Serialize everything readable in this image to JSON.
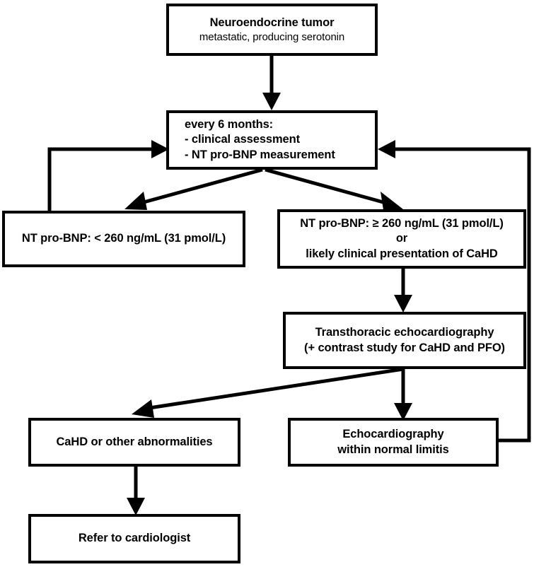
{
  "diagram": {
    "title": "Carcinoid heart disease screening and management flowchart",
    "stroke_color": "#000000",
    "background_color": "#ffffff",
    "nodes": [
      {
        "id": "neuroendocrine-tumor",
        "lines": [
          {
            "text": "Neuroendocrine tumor",
            "weight": "bold"
          },
          {
            "text": "metastatic, producing serotonin",
            "weight": "regular"
          }
        ]
      },
      {
        "id": "every-6-months",
        "lines": [
          {
            "text": "every 6 months:",
            "weight": "bold"
          },
          {
            "text": "- clinical assessment",
            "weight": "bold"
          },
          {
            "text": "- NT pro-BNP measurement",
            "weight": "bold"
          }
        ]
      },
      {
        "id": "ntprobnp-low",
        "lines": [
          {
            "text": "NT pro-BNP: < 260 ng/mL (31 pmol/L)",
            "weight": "bold"
          }
        ]
      },
      {
        "id": "ntprobnp-high",
        "lines": [
          {
            "text": "NT pro-BNP: ≥ 260 ng/mL (31 pmol/L)",
            "weight": "bold"
          },
          {
            "text": "or",
            "weight": "bold"
          },
          {
            "text": "likely clinical presentation of CaHD",
            "weight": "bold"
          }
        ]
      },
      {
        "id": "transthoracic-echo",
        "lines": [
          {
            "text": "Transthoracic echocardiography",
            "weight": "bold"
          },
          {
            "text": "(+ contrast study for CaHD and PFO)",
            "weight": "bold"
          }
        ]
      },
      {
        "id": "cahd-abnormalities",
        "lines": [
          {
            "text": "CaHD or other abnormalities",
            "weight": "bold"
          }
        ]
      },
      {
        "id": "echo-normal",
        "lines": [
          {
            "text": "Echocardiography",
            "weight": "bold"
          },
          {
            "text": "within normal limitis",
            "weight": "bold"
          }
        ]
      },
      {
        "id": "refer-cardiologist",
        "lines": [
          {
            "text": "Refer to cardiologist",
            "weight": "bold"
          }
        ]
      }
    ],
    "edges": [
      {
        "id": "edge-tumor-to-schedule",
        "from": "neuroendocrine-tumor",
        "to": "every-6-months",
        "style": "straight-down",
        "arrow": true
      },
      {
        "id": "edge-schedule-to-low",
        "from": "every-6-months",
        "to": "ntprobnp-low",
        "style": "diagonal-left",
        "arrow": true
      },
      {
        "id": "edge-schedule-to-high",
        "from": "every-6-months",
        "to": "ntprobnp-high",
        "style": "diagonal-right",
        "arrow": true
      },
      {
        "id": "edge-low-back-to-schedule",
        "from": "ntprobnp-low",
        "to": "every-6-months",
        "style": "feedback-left",
        "arrow": true
      },
      {
        "id": "edge-high-to-echo",
        "from": "ntprobnp-high",
        "to": "transthoracic-echo",
        "style": "straight-down",
        "arrow": true
      },
      {
        "id": "edge-echo-to-abnormal",
        "from": "transthoracic-echo",
        "to": "cahd-abnormalities",
        "style": "diagonal-left",
        "arrow": true
      },
      {
        "id": "edge-echo-to-normal",
        "from": "transthoracic-echo",
        "to": "echo-normal",
        "style": "straight-down",
        "arrow": true
      },
      {
        "id": "edge-normal-back-to-schedule",
        "from": "echo-normal",
        "to": "every-6-months",
        "style": "feedback-right",
        "arrow": true
      },
      {
        "id": "edge-abnormal-to-refer",
        "from": "cahd-abnormalities",
        "to": "refer-cardiologist",
        "style": "straight-down",
        "arrow": true
      }
    ]
  }
}
